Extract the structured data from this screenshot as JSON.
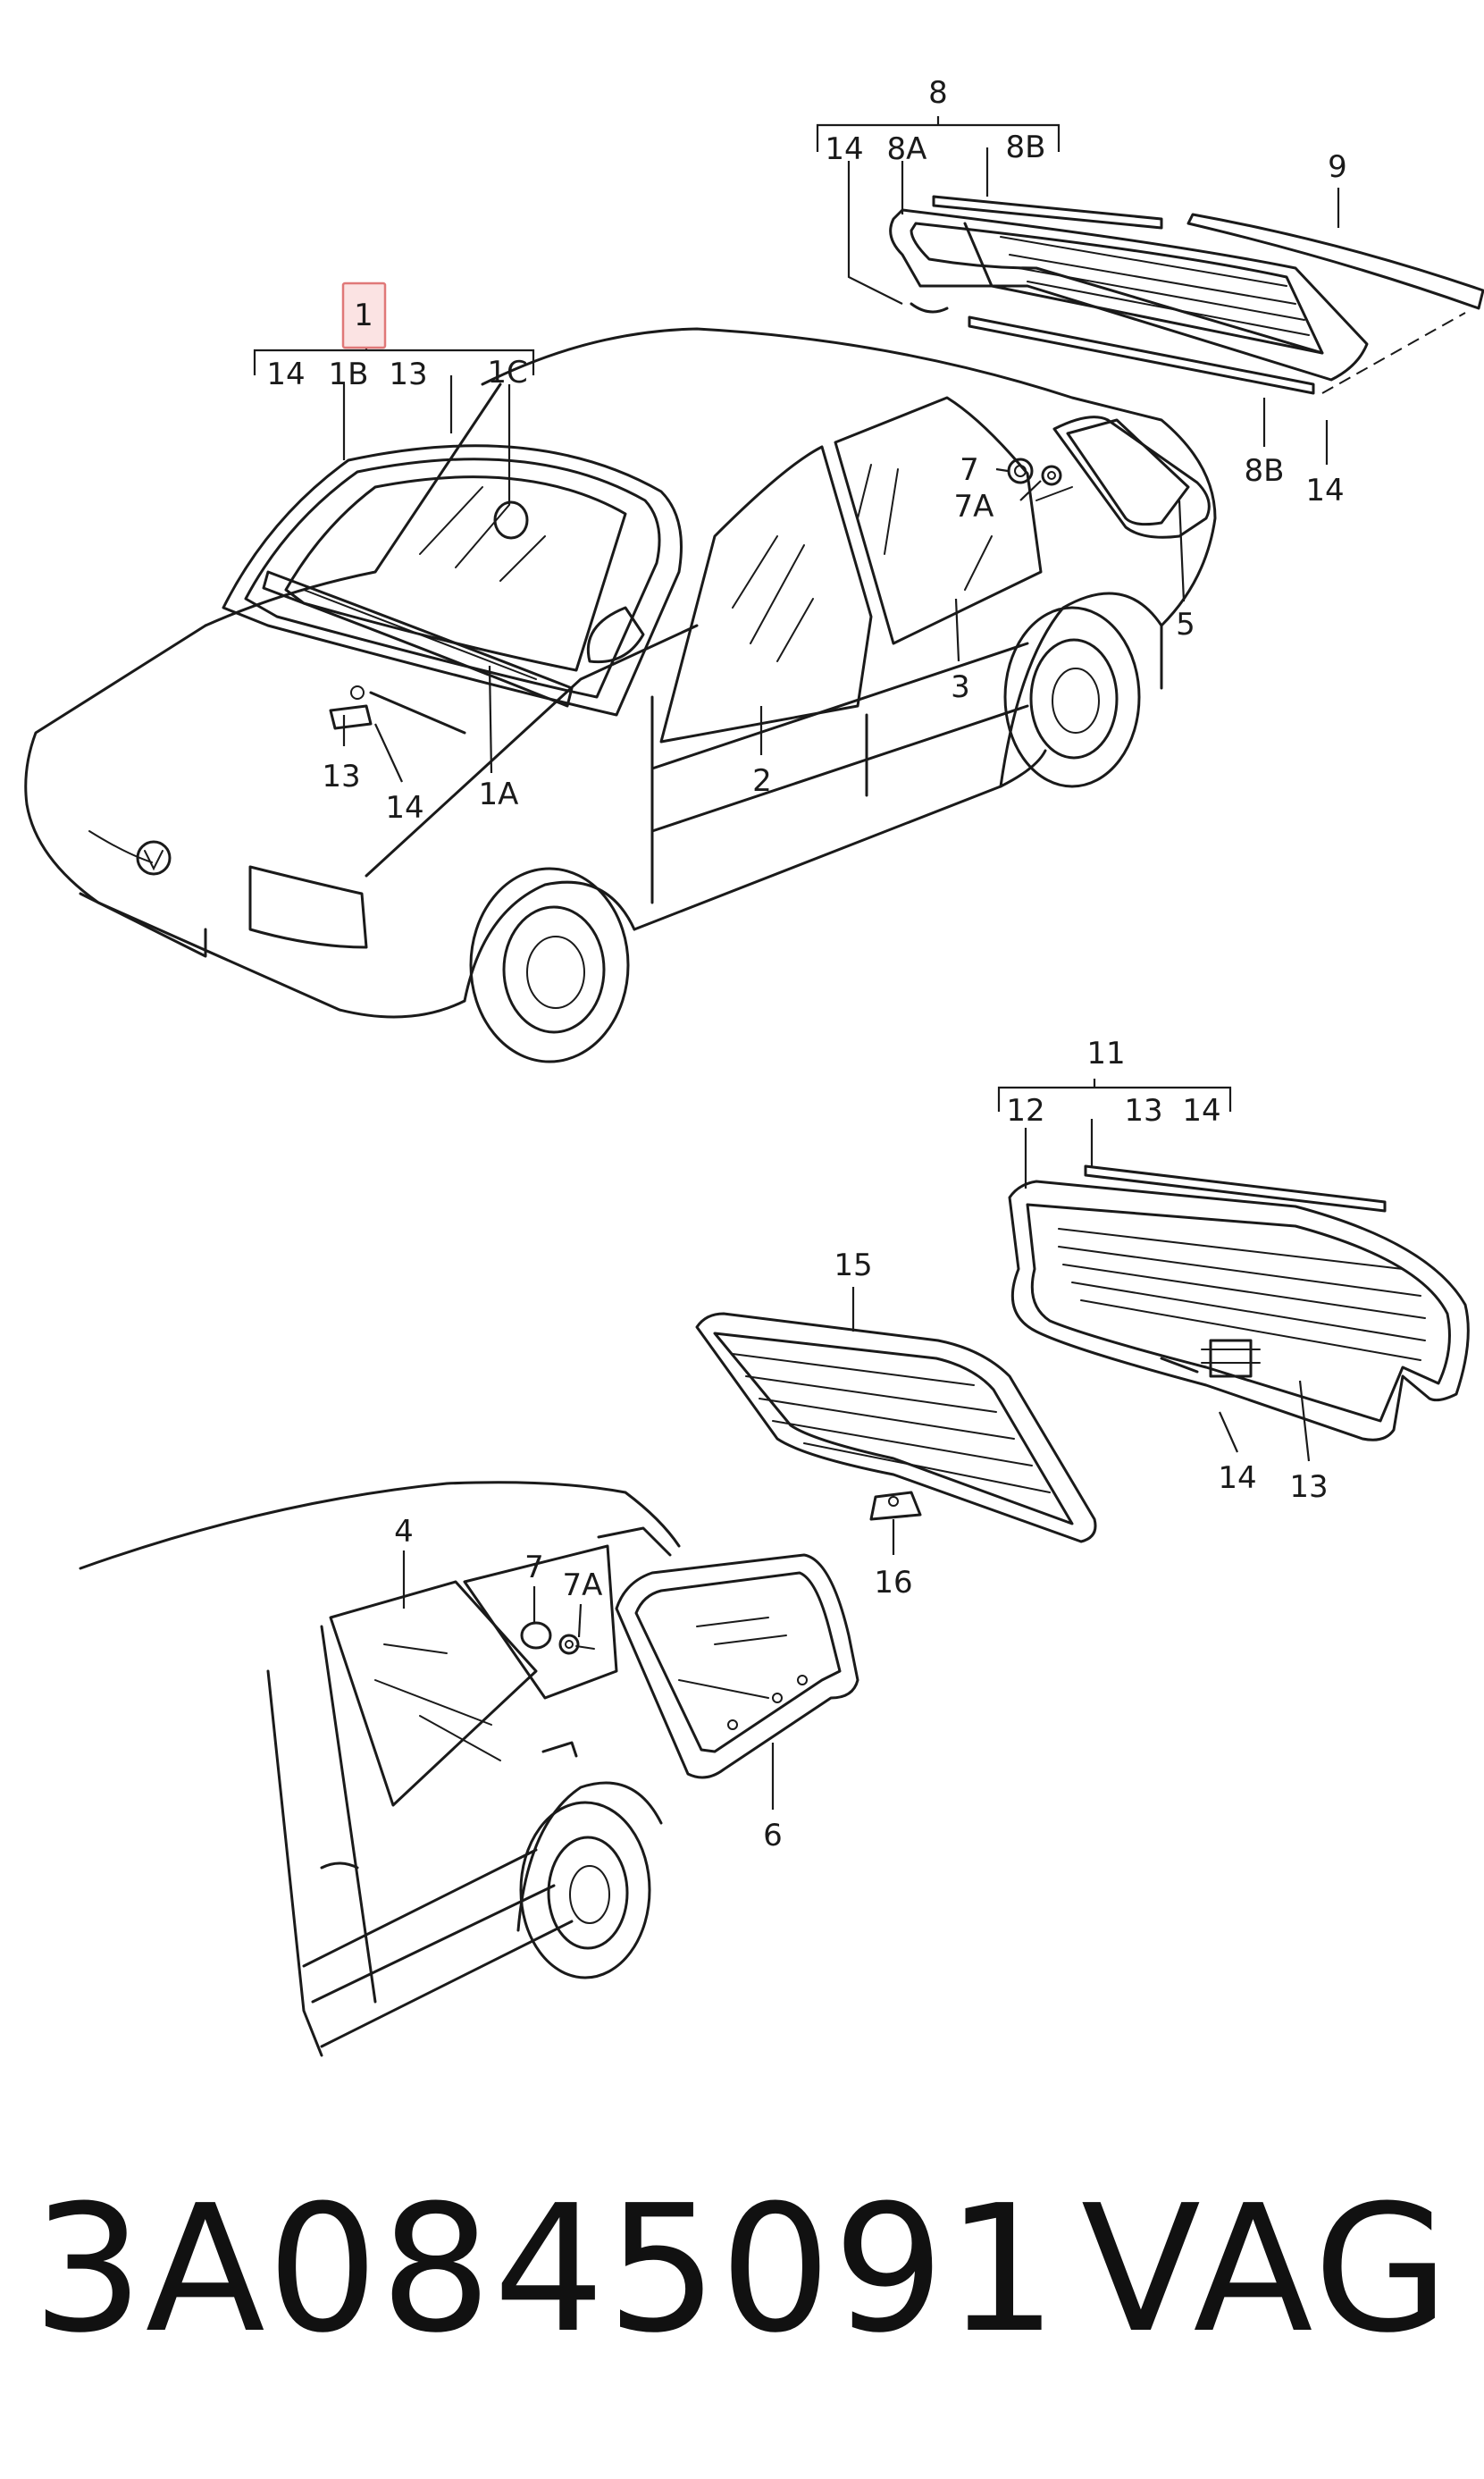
{
  "callouts": {
    "c1": "1",
    "c1b": "1B",
    "c1c": "1C",
    "c1a": "1A",
    "c13_top": "13",
    "c13_wiper": "13",
    "c14_top": "14",
    "c14_wiper": "14",
    "c2": "2",
    "c3": "3",
    "c5": "5",
    "c7_top": "7",
    "c7a_top": "7A",
    "c8": "8",
    "c8a": "8A",
    "c8b_top": "8B",
    "c8b_low": "8B",
    "c9": "9",
    "c14_rear_top": "14",
    "c14_rear_low": "14",
    "c11": "11",
    "c12": "12",
    "c13_11": "13",
    "c14_11": "14",
    "c14_win": "14",
    "c13_win": "13",
    "c15": "15",
    "c16": "16",
    "c4": "4",
    "c6": "6",
    "c7_low": "7",
    "c7a_low": "7A"
  },
  "footer": {
    "part_number": "3A0845091",
    "brand": "VAG"
  },
  "colors": {
    "line": "#1a1a1a",
    "highlight_fill": "#fbe3e3",
    "highlight_stroke": "#e07878"
  }
}
